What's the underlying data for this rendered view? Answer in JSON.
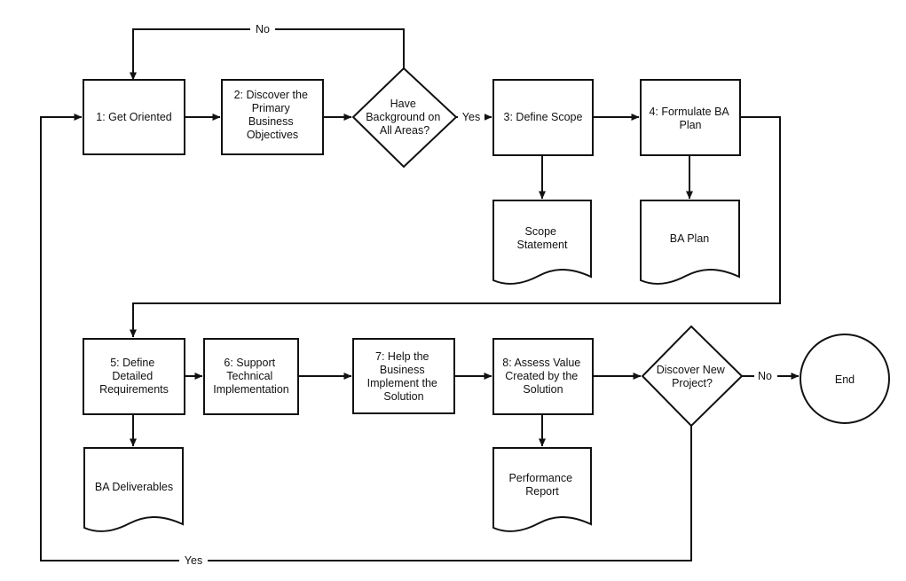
{
  "nodes": {
    "get_oriented": "1: Get Oriented",
    "discover_objectives": [
      "2: Discover the",
      "Primary",
      "Business",
      "Objectives"
    ],
    "have_background": [
      "Have",
      "Background on",
      "All Areas?"
    ],
    "define_scope": "3: Define Scope",
    "scope_statement": [
      "Scope",
      "Statement"
    ],
    "formulate_plan": [
      "4: Formulate BA",
      "Plan"
    ],
    "ba_plan_doc": "BA Plan",
    "define_requirements": [
      "5: Define",
      "Detailed",
      "Requirements"
    ],
    "ba_deliverables": "BA Deliverables",
    "support_implementation": [
      "6: Support",
      "Technical",
      "Implementation"
    ],
    "help_business": [
      "7: Help the",
      "Business",
      "Implement the",
      "Solution"
    ],
    "assess_value": [
      "8: Assess Value",
      "Created by the",
      "Solution"
    ],
    "performance_report": [
      "Performance",
      "Report"
    ],
    "discover_project": [
      "Discover New",
      "Project?"
    ],
    "end": "End"
  },
  "edge_labels": {
    "background_no": "No",
    "background_yes": "Yes",
    "project_no": "No",
    "project_yes": "Yes"
  }
}
